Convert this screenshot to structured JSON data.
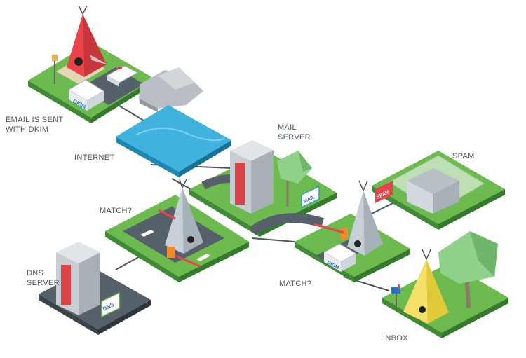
{
  "labels": {
    "email_sent_line1": "EMAIL IS SENT",
    "email_sent_line2": "WITH DKIM",
    "internet": "INTERNET",
    "mail_server_line1": "MAIL",
    "mail_server_line2": "SERVER",
    "spam": "SPAM",
    "match_left": "MATCH?",
    "match_right": "MATCH?",
    "dns_server_line1": "DNS",
    "dns_server_line2": "SERVER",
    "inbox": "INBOX"
  },
  "signs": {
    "dkim_van_1": "DKIM",
    "dkim_van_2": "DKIM",
    "dns_sign": "DNS",
    "mail_sign": "MAIL",
    "spam_sign": "SPAM"
  },
  "colors": {
    "grass": "#6dbb4e",
    "grass_dark": "#3f8a34",
    "road": "#55606a",
    "road_side": "#3a434b",
    "water": "#3fb3dd",
    "server": "#c8cdd2",
    "server_racks": "#d94448",
    "tent_red": "#e8444a",
    "tent_yellow": "#f2d84a",
    "tent_grey": "#b8c4cc"
  }
}
